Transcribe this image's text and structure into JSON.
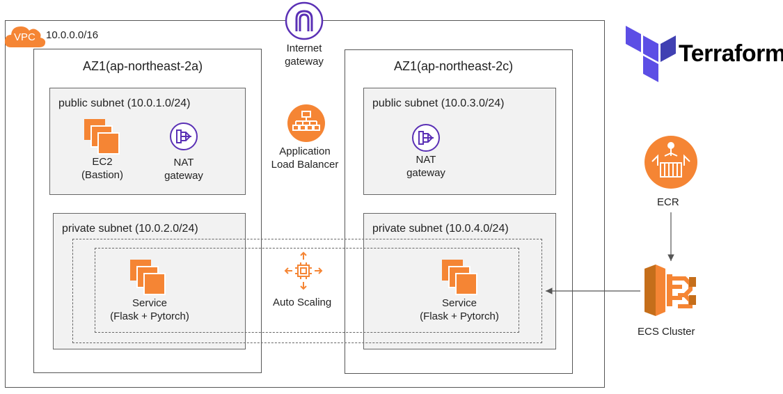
{
  "vpc": {
    "badge": "VPC",
    "cidr": "10.0.0.0/16"
  },
  "internet_gateway": {
    "line1": "Internet",
    "line2": "gateway"
  },
  "terraform": {
    "label": "Terraform"
  },
  "az_left": {
    "title": "AZ1(ap-northeast-2a)",
    "public_subnet": "public subnet (10.0.1.0/24)",
    "private_subnet": "private subnet (10.0.2.0/24)",
    "ec2": {
      "line1": "EC2",
      "line2": "(Bastion)"
    },
    "nat": {
      "line1": "NAT",
      "line2": "gateway"
    },
    "service": {
      "line1": "Service",
      "line2": "(Flask + Pytorch)"
    }
  },
  "az_right": {
    "title": "AZ1(ap-northeast-2c)",
    "public_subnet": "public subnet (10.0.3.0/24)",
    "private_subnet": "private subnet (10.0.4.0/24)",
    "nat": {
      "line1": "NAT",
      "line2": "gateway"
    },
    "service": {
      "line1": "Service",
      "line2": "(Flask + Pytorch)"
    }
  },
  "alb": {
    "line1": "Application",
    "line2": "Load Balancer"
  },
  "auto_scaling": {
    "label": "Auto Scaling"
  },
  "ecr": {
    "label": "ECR"
  },
  "ecs": {
    "label": "ECS Cluster"
  },
  "colors": {
    "aws_orange": "#f58534",
    "aws_purple": "#5a30b5",
    "terraform_purple": "#5c4ee5"
  }
}
